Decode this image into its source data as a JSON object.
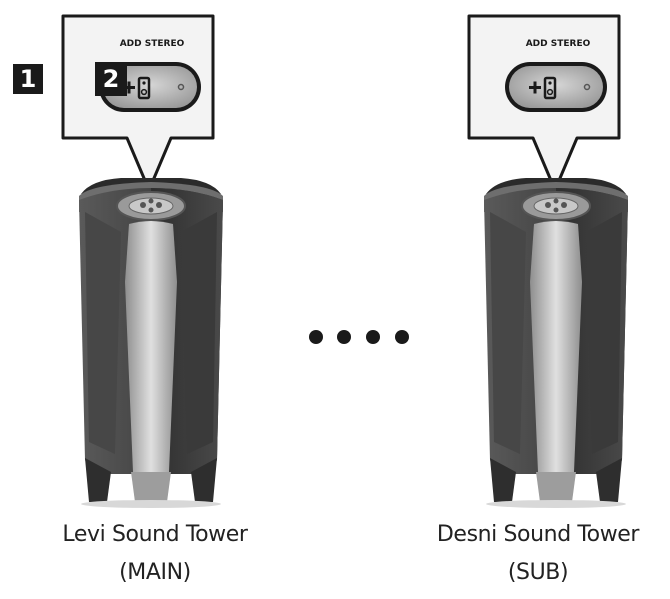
{
  "steps": {
    "step1": "1",
    "step2": "2"
  },
  "button": {
    "label": "ADD STEREO",
    "icon": "add-speaker-icon"
  },
  "speakers": [
    {
      "name": "Levi Sound Tower",
      "role": "(MAIN)"
    },
    {
      "name": "Desni Sound Tower",
      "role": "(SUB)"
    }
  ],
  "connector": {
    "icon": "dots-ellipsis-icon"
  },
  "colors": {
    "ink": "#1a1a1a",
    "callout_fill": "#f2f2f2",
    "button_fill": "#bdbdbd",
    "speaker_dark": "#3c3c3c",
    "speaker_light": "#b5b5b5"
  }
}
